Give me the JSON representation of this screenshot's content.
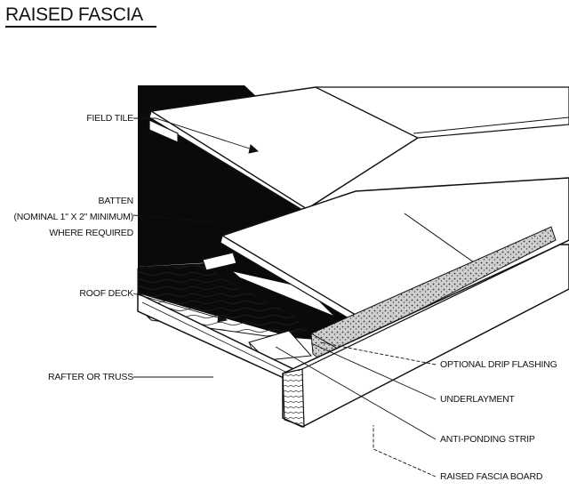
{
  "title": "RAISED FASCIA",
  "labels": {
    "field_tile": "FIELD TILE",
    "batten_line1": "BATTEN",
    "batten_line2": "(NOMINAL 1\" X 2\" MINIMUM)",
    "batten_line3": "WHERE REQUIRED",
    "roof_deck": "ROOF DECK",
    "rafter_or_truss": "RAFTER OR TRUSS",
    "optional_drip_flashing": "OPTIONAL DRIP FLASHING",
    "underlayment": "UNDERLAYMENT",
    "anti_ponding_strip": "ANTI-PONDING STRIP",
    "raised_fascia_board": "RAISED FASCIA BOARD"
  },
  "colors": {
    "ink": "#111111",
    "underlayment": "#0a0a0a",
    "wood": "#ffffff",
    "flashing": "#9a9a9a"
  }
}
